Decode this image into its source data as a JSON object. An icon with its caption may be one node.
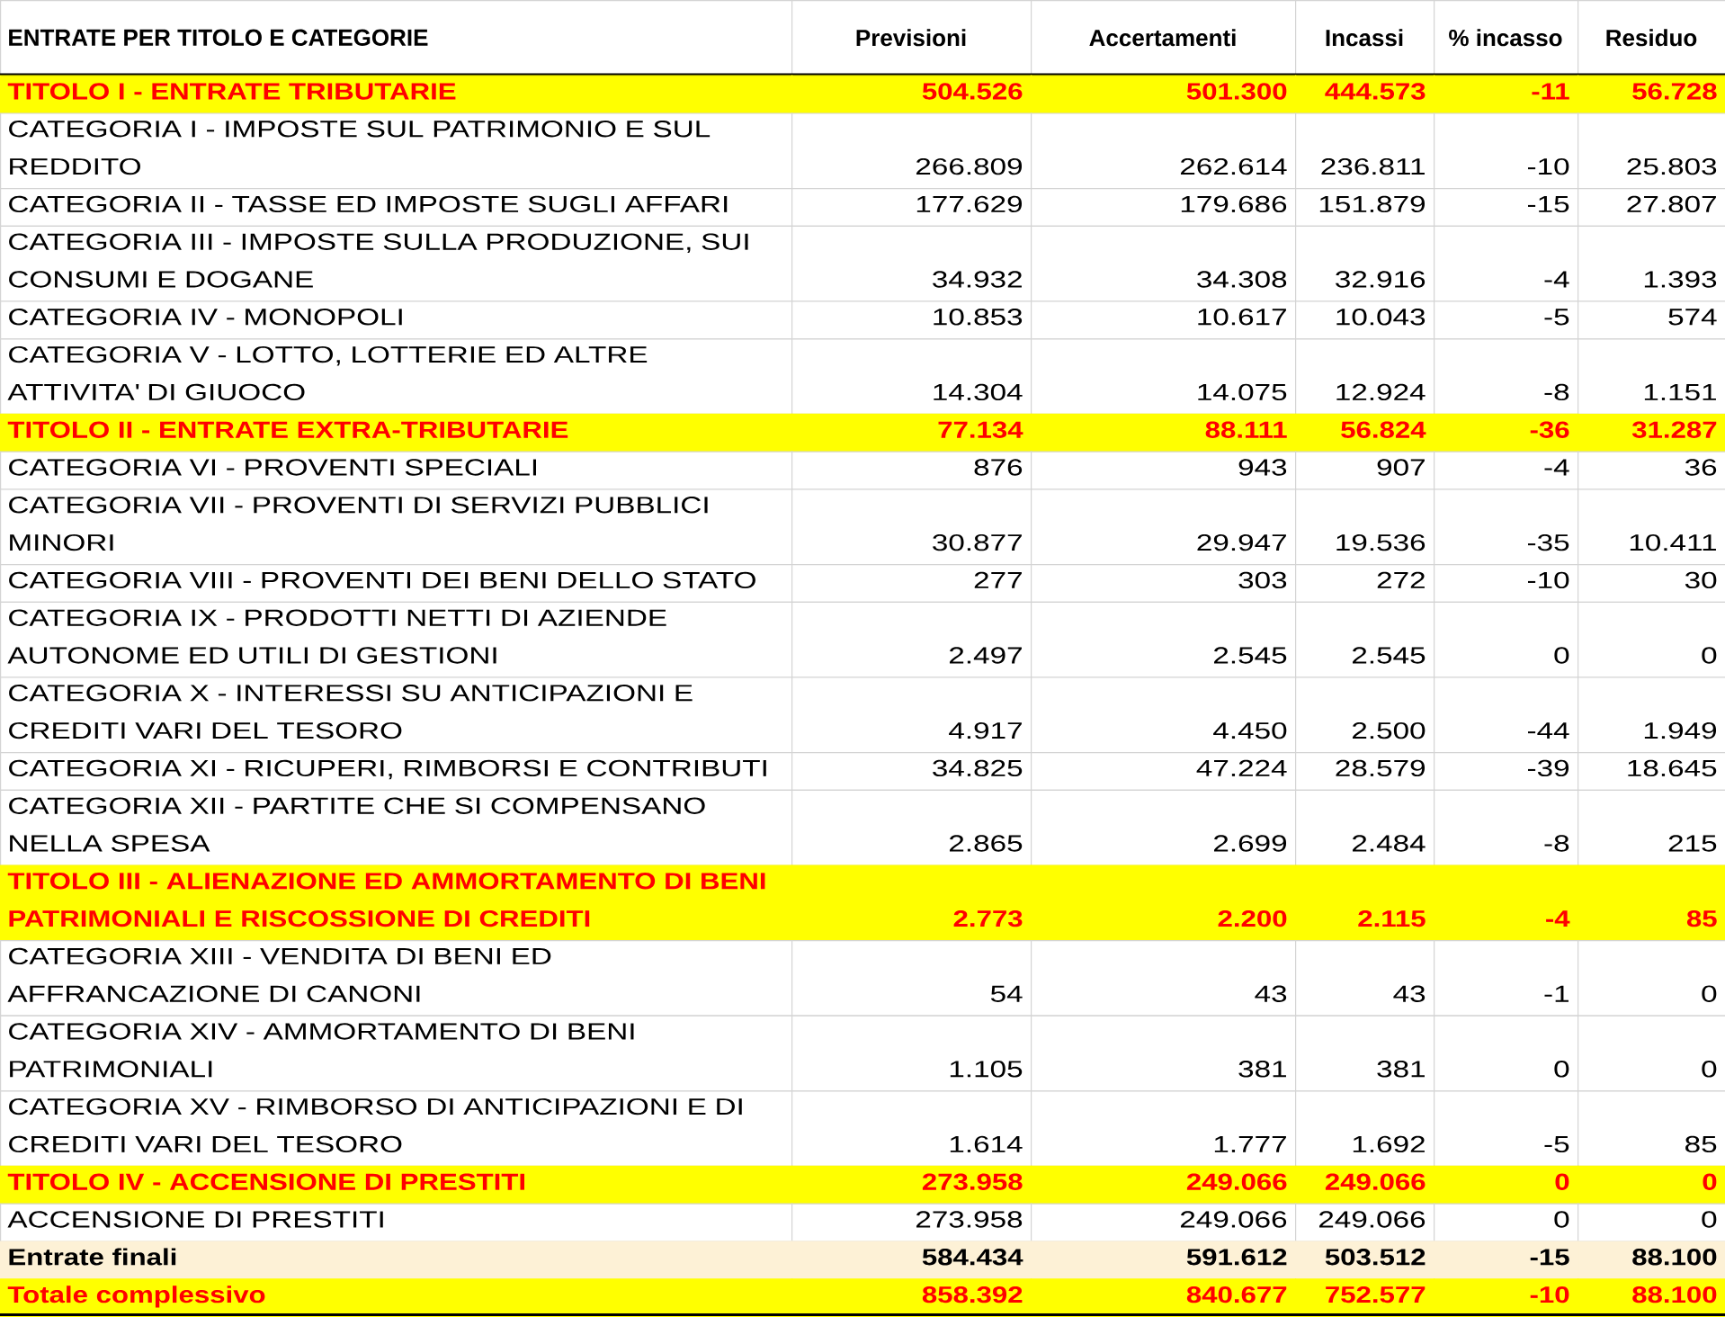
{
  "diagram": {
    "labels": [
      "ENTRATE PER TITOLO E CATEGORIE",
      "Previsioni",
      "Accertamenti",
      "Incassi",
      "% incasso",
      "Residuo",
      "TITOLO I - ENTRATE TRIBUTARIE",
      "504.526",
      "501.300",
      "444.573",
      "-11",
      "56.728",
      "CATEGORIA I - IMPOSTE SUL PATRIMONIO E SUL REDDITO",
      "266.809",
      "262.614",
      "236.811",
      "-10",
      "25.803",
      "CATEGORIA II - TASSE ED IMPOSTE SUGLI AFFARI",
      "177.629",
      "179.686",
      "151.879",
      "-15",
      "27.807",
      "CATEGORIA III - IMPOSTE SULLA PRODUZIONE, SUI CONSUMI E DOGANE",
      "34.932",
      "34.308",
      "32.916",
      "-4",
      "1.393",
      "CATEGORIA IV - MONOPOLI",
      "10.853",
      "10.617",
      "10.043",
      "-5",
      "574",
      "CATEGORIA V - LOTTO, LOTTERIE ED ALTRE ATTIVITA' DI GIUOCO",
      "14.304",
      "14.075",
      "12.924",
      "-8",
      "1.151",
      "TITOLO II - ENTRATE EXTRA-TRIBUTARIE",
      "77.134",
      "88.111",
      "56.824",
      "-36",
      "31.287",
      "CATEGORIA VI - PROVENTI SPECIALI",
      "876",
      "943",
      "907",
      "-4",
      "36",
      "CATEGORIA VII - PROVENTI DI SERVIZI PUBBLICI MINORI",
      "30.877",
      "29.947",
      "19.536",
      "-35",
      "10.411",
      "CATEGORIA VIII - PROVENTI DEI BENI DELLO STATO",
      "277",
      "303",
      "272",
      "-10",
      "30",
      "CATEGORIA IX - PRODOTTI NETTI DI AZIENDE AUTONOME ED UTILI DI GESTIONI",
      "2.497",
      "2.545",
      "2.545",
      "0",
      "0",
      "CATEGORIA X - INTERESSI SU ANTICIPAZIONI E CREDITI VARI DEL TESORO",
      "4.917",
      "4.450",
      "2.500",
      "-44",
      "1.949",
      "CATEGORIA XI - RICUPERI, RIMBORSI E CONTRIBUTI",
      "34.825",
      "47.224",
      "28.579",
      "-39",
      "18.645",
      "CATEGORIA XII - PARTITE CHE SI COMPENSANO NELLA SPESA",
      "2.865",
      "2.699",
      "2.484",
      "-8",
      "215",
      "TITOLO III - ALIENAZIONE ED AMMORTAMENTO DI BENI PATRIMONIALI E RISCOSSIONE DI CREDITI",
      "2.773",
      "2.200",
      "2.115",
      "-4",
      "85",
      "CATEGORIA XIII - VENDITA DI BENI ED AFFRANCAZIONE DI CANONI",
      "54",
      "43",
      "43",
      "-1",
      "0",
      "CATEGORIA XIV - AMMORTAMENTO DI BENI PATRIMONIALI",
      "1.105",
      "381",
      "381",
      "0",
      "0",
      "CATEGORIA XV - RIMBORSO DI ANTICIPAZIONI E DI CREDITI VARI DEL TESORO",
      "1.614",
      "1.777",
      "1.692",
      "-5",
      "85",
      "TITOLO IV - ACCENSIONE DI PRESTITI",
      "273.958",
      "249.066",
      "249.066",
      "0",
      "0",
      "ACCENSIONE DI PRESTITI",
      "273.958",
      "249.066",
      "249.066",
      "0",
      "0",
      "Entrate finali",
      "584.434",
      "591.612",
      "503.512",
      "-15",
      "88.100",
      "Totale complessivo",
      "858.392",
      "840.677",
      "752.577",
      "-10",
      "88.100"
    ]
  }
}
